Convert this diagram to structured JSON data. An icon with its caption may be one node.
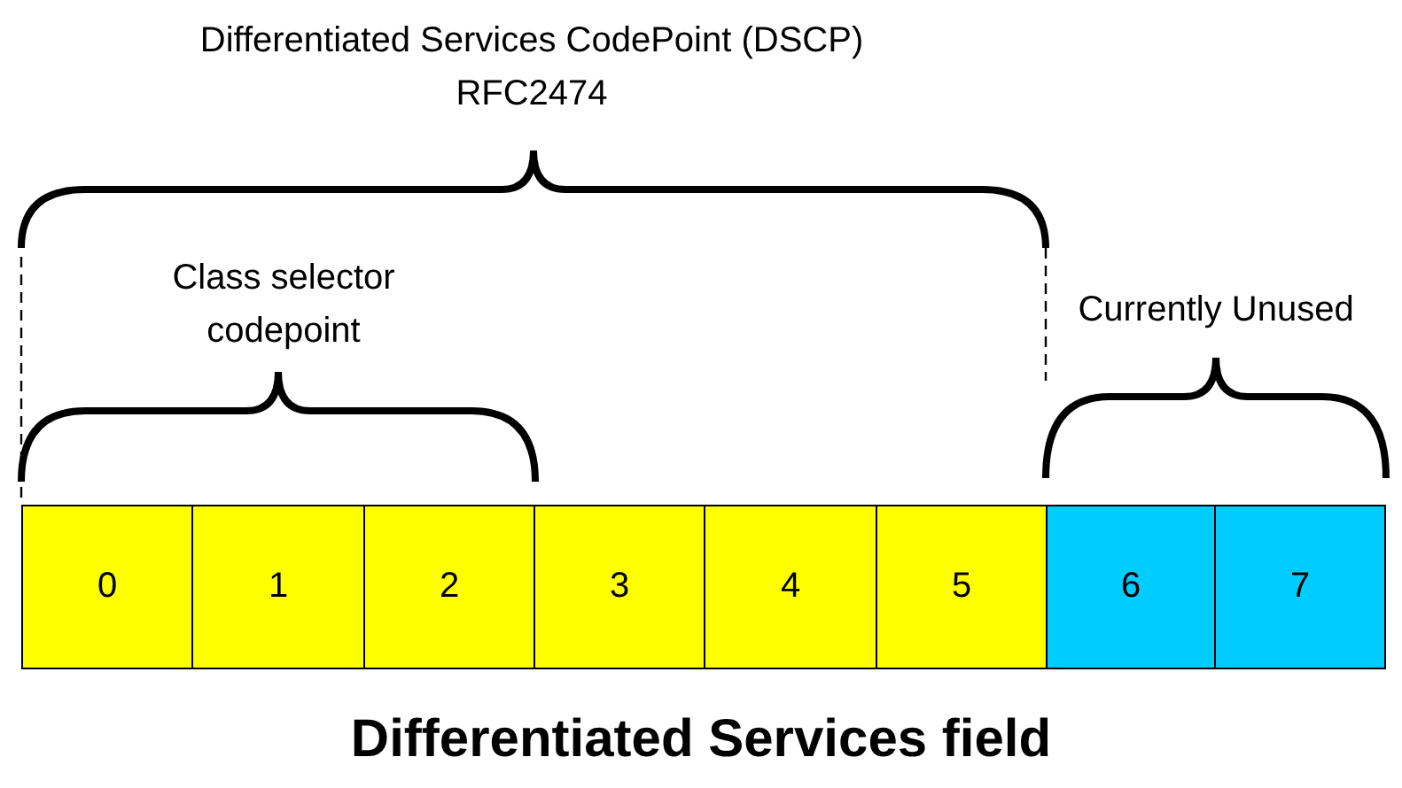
{
  "diagram": {
    "caption": "Differentiated Services field",
    "nodes": [
      {
        "text": [
          "0"
        ]
      },
      {
        "text": [
          "1"
        ]
      },
      {
        "text": [
          "2"
        ]
      },
      {
        "text": [
          "3"
        ]
      },
      {
        "text": [
          "4"
        ]
      },
      {
        "text": [
          "5"
        ]
      },
      {
        "text": [
          "6"
        ]
      },
      {
        "text": [
          "7"
        ]
      }
    ],
    "edges": [],
    "labels": [
      "Differentiated Services CodePoint (DSCP) RFC2474",
      "Class selector codepoint",
      "Currently Unused"
    ]
  }
}
